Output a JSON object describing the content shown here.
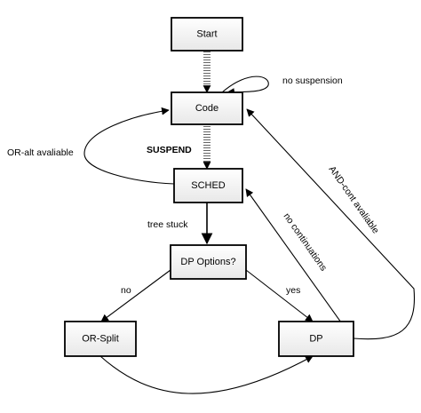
{
  "nodes": {
    "start": "Start",
    "code": "Code",
    "sched": "SCHED",
    "dp_options": "DP Options?",
    "or_split": "OR-Split",
    "dp": "DP"
  },
  "edge_labels": {
    "no_suspension": "no suspension",
    "suspend": "SUSPEND",
    "or_alt_available": "OR-alt avaliable",
    "tree_stuck": "tree stuck",
    "no": "no",
    "yes": "yes",
    "no_continuations": "no continuations",
    "and_cont_available": "AND-cont avaliable"
  }
}
